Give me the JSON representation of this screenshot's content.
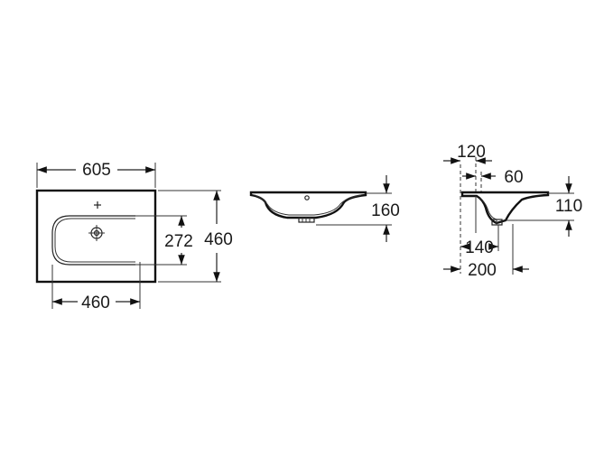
{
  "dimensions": {
    "top_width": "605",
    "top_depth": "460",
    "bowl_depth": "272",
    "bowl_width": "460",
    "front_height": "160",
    "side_offset_top": "120",
    "side_offset_small": "60",
    "side_height": "110",
    "side_depth_mid": "140",
    "side_depth_total": "200"
  },
  "colors": {
    "line": "#111111"
  }
}
